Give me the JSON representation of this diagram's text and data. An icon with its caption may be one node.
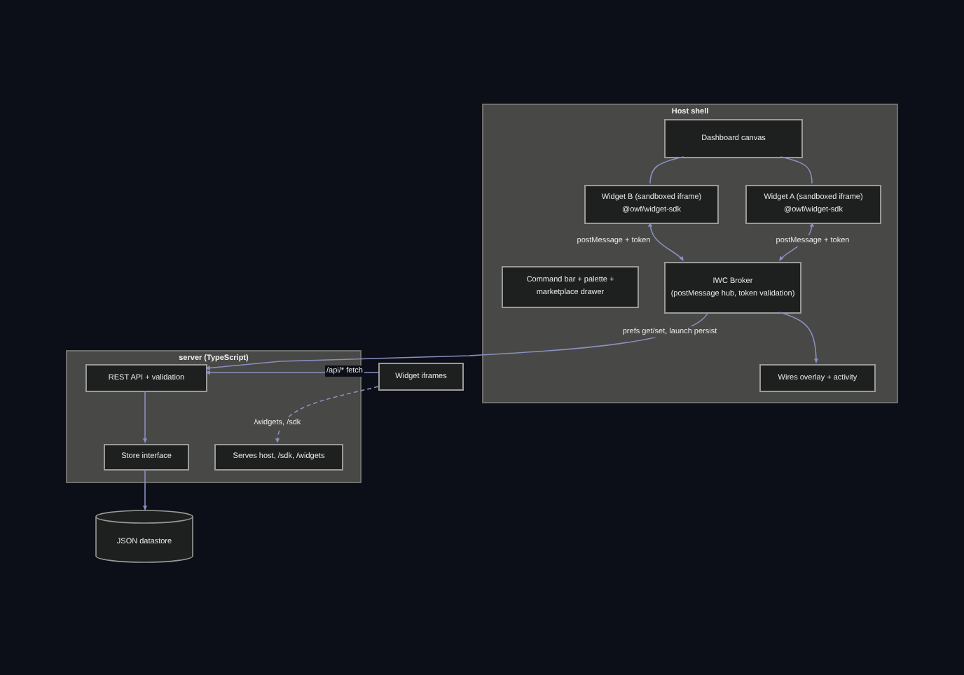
{
  "diagram": {
    "nodes": [
      {
        "text": [
          "Host shell"
        ]
      },
      {
        "text": [
          "Dashboard canvas"
        ],
        "in": 0
      },
      {
        "text": [
          "Widget B (sandboxed iframe)",
          "@owf/widget-sdk"
        ],
        "in": 0
      },
      {
        "text": [
          "Widget A (sandboxed iframe)",
          "@owf/widget-sdk"
        ],
        "in": 0
      },
      {
        "text": [
          "Command bar + palette + marketplace drawer"
        ],
        "in": 0
      },
      {
        "text": [
          "IWC Broker",
          "(postMessage hub, token validation)"
        ],
        "in": 0
      },
      {
        "text": [
          "Wires overlay + activity"
        ],
        "in": 0
      },
      {
        "text": [
          "server (TypeScript)"
        ]
      },
      {
        "text": [
          "REST API + validation"
        ],
        "in": 7
      },
      {
        "text": [
          "Store interface"
        ],
        "in": 7
      },
      {
        "text": [
          "Serves host, /sdk, /widgets"
        ],
        "in": 7
      },
      {
        "text": [
          "Widget iframes"
        ]
      },
      {
        "text": [
          "JSON datastore"
        ]
      }
    ],
    "edges": [
      {
        "from": 1,
        "to": 2,
        "arrow": "none"
      },
      {
        "from": 1,
        "to": 3,
        "arrow": "none"
      },
      {
        "from": 2,
        "to": 5,
        "arrow": "both",
        "label": "postMessage + token"
      },
      {
        "from": 3,
        "to": 5,
        "arrow": "both",
        "label": "postMessage + token"
      },
      {
        "from": 5,
        "to": 6,
        "arrow": "to"
      },
      {
        "from": 5,
        "to": 8,
        "arrow": "to",
        "label": "prefs get/set, launch persist"
      },
      {
        "from": 11,
        "to": 8,
        "arrow": "to",
        "label": "/api/* fetch"
      },
      {
        "from": 11,
        "to": 10,
        "arrow": "to",
        "style": "dashed",
        "label": "/widgets, /sdk"
      },
      {
        "from": 8,
        "to": 9,
        "arrow": "to"
      },
      {
        "from": 9,
        "to": 12,
        "arrow": "to"
      }
    ]
  }
}
